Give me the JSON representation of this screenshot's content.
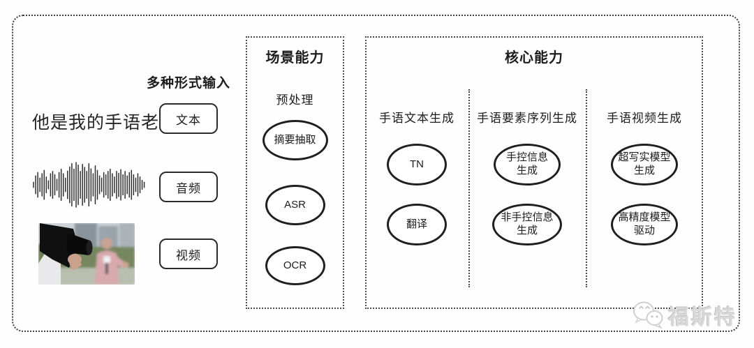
{
  "page": {
    "background": "#fefefe",
    "line_color": "#2b2b2b"
  },
  "input_section": {
    "title": "多种形式输入",
    "text_sample": "他是我的手语老师",
    "text_label": "文本",
    "audio_label": "音频",
    "video_label": "视频"
  },
  "scene_box": {
    "title": "场景能力",
    "subtitle": "预处理",
    "nodes": [
      "摘要抽取",
      "ASR",
      "OCR"
    ]
  },
  "core_box": {
    "title": "核心能力",
    "columns": [
      {
        "header": "手语文本生成",
        "node1": "TN",
        "node2": "翻译"
      },
      {
        "header": "手语要素序列生成",
        "node1": "手控信息\n生成",
        "node2": "非手控信息\n生成"
      },
      {
        "header": "手语视频生成",
        "node1": "超写实模型\n生成",
        "node2": "高精度模型\n驱动"
      }
    ]
  },
  "watermark": {
    "icon": "wechat-icon",
    "text": "福斯特"
  },
  "waveform": {
    "amplitudes": [
      0.12,
      0.4,
      0.55,
      0.3,
      0.5,
      0.65,
      0.35,
      0.18,
      0.5,
      0.6,
      0.45,
      0.25,
      0.55,
      0.7,
      0.5,
      0.3,
      0.62,
      0.8,
      0.95,
      0.7,
      1.0,
      0.88,
      0.6,
      0.92,
      0.78,
      0.6,
      0.95,
      0.72,
      0.5,
      0.85,
      0.65,
      0.4,
      0.3,
      0.55,
      0.45,
      0.6,
      0.7,
      0.5,
      0.35,
      0.6,
      0.52,
      0.68,
      0.45,
      0.6,
      0.4,
      0.55,
      0.65,
      0.45,
      0.3,
      0.5,
      0.35,
      0.2,
      0.12
    ]
  }
}
